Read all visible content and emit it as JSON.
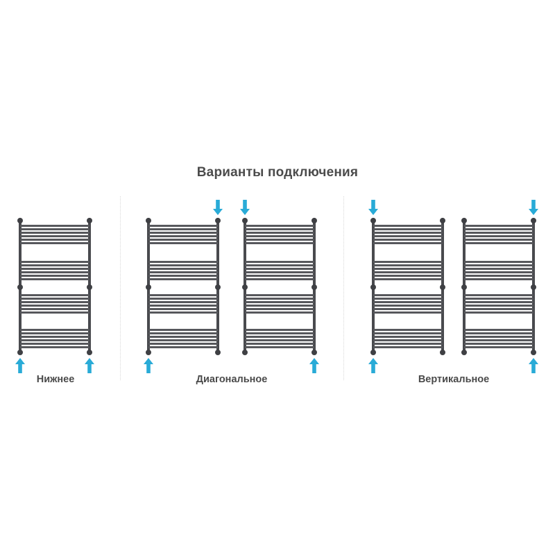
{
  "title": "Варианты подключения",
  "colors": {
    "accent": "#29abd7",
    "frame": "#494a4e",
    "rung": "#57585c",
    "connector": "#3f4044",
    "label": "#4a4a4a",
    "divider": "#d8d8d8"
  },
  "connection_options": [
    {
      "id": "bottom",
      "label": "Нижнее",
      "radiators": [
        {
          "arrows": [
            "bottom-left-up",
            "bottom-right-up"
          ]
        }
      ]
    },
    {
      "id": "diagonal",
      "label": "Диагональное",
      "radiators": [
        {
          "arrows": [
            "top-right-down",
            "bottom-left-up"
          ]
        },
        {
          "arrows": [
            "top-left-down",
            "bottom-right-up"
          ]
        }
      ]
    },
    {
      "id": "vertical",
      "label": "Вертикальное",
      "radiators": [
        {
          "arrows": [
            "top-left-down",
            "bottom-left-up"
          ]
        },
        {
          "arrows": [
            "top-right-down",
            "bottom-right-up"
          ]
        }
      ]
    }
  ],
  "radiator_spec": {
    "rung_groups": 4,
    "rungs_per_group": 6,
    "connectors_per_rail": 3
  }
}
